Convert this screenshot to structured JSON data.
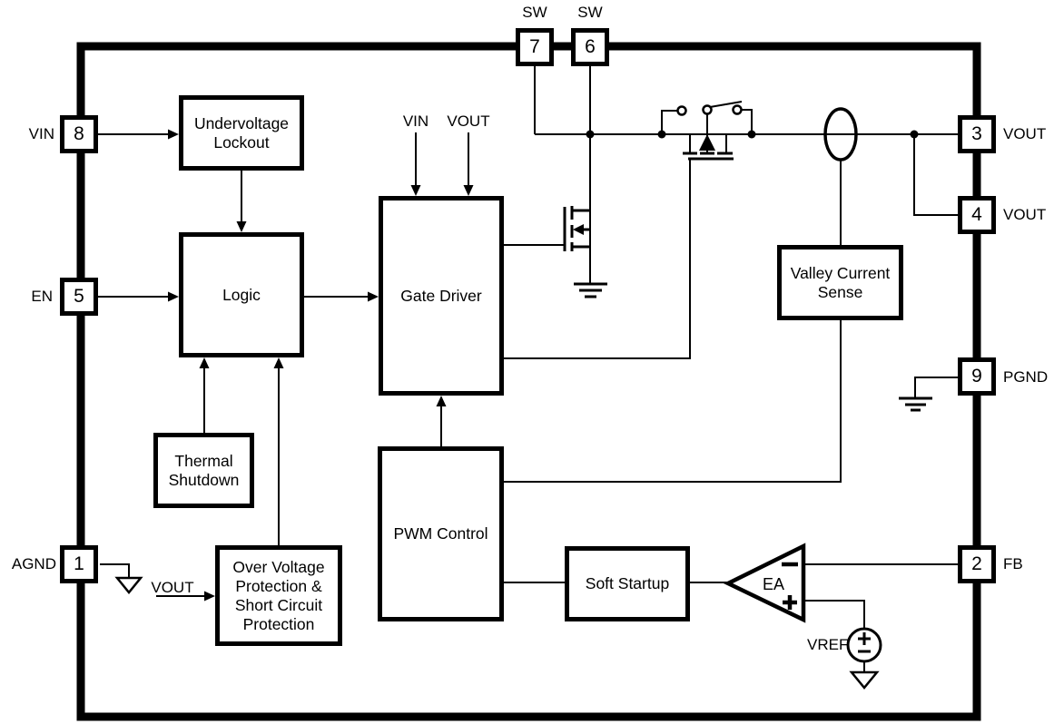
{
  "diagram": {
    "kind": "functional-block-diagram",
    "colors": {
      "line": "#000000",
      "background": "#ffffff"
    }
  },
  "blocks": {
    "uvlo": "Undervoltage\nLockout",
    "logic": "Logic",
    "thermal": "Thermal\nShutdown",
    "ovp": "Over Voltage\nProtection &\nShort Circuit\nProtection",
    "gate_driver": "Gate Driver",
    "pwm": "PWM Control",
    "soft_startup": "Soft Startup",
    "valley_sense": "Valley Current\nSense"
  },
  "pins": {
    "p8": {
      "num": "8",
      "label": "VIN"
    },
    "p5": {
      "num": "5",
      "label": "EN"
    },
    "p1": {
      "num": "1",
      "label": "AGND"
    },
    "p7": {
      "num": "7",
      "label": "SW"
    },
    "p6": {
      "num": "6",
      "label": "SW"
    },
    "p3": {
      "num": "3",
      "label": "VOUT"
    },
    "p4": {
      "num": "4",
      "label": "VOUT"
    },
    "p9": {
      "num": "9",
      "label": "PGND"
    },
    "p2": {
      "num": "2",
      "label": "FB"
    }
  },
  "signals": {
    "gate_driver_vin": "VIN",
    "gate_driver_vout": "VOUT",
    "ovp_vout": "VOUT",
    "ea": "EA",
    "vref": "VREF"
  }
}
